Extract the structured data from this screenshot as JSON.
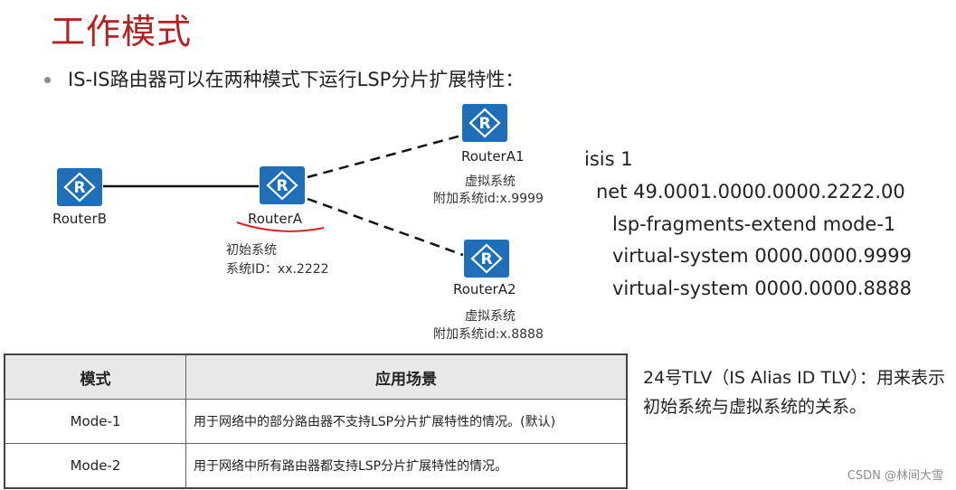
{
  "title": "工作模式",
  "bullet": "IS-IS路由器可以在两种模式下运行LSP分片扩展特性：",
  "topology": {
    "router_b": {
      "name": "RouterB"
    },
    "router_a": {
      "name": "RouterA",
      "role": "初始系统",
      "system_id": "系统ID：xx.2222"
    },
    "router_a1": {
      "name": "RouterA1",
      "role": "虚拟系统",
      "extra_id": "附加系统id:x.9999"
    },
    "router_a2": {
      "name": "RouterA2",
      "role": "虚拟系统",
      "extra_id": "附加系统id:x.8888"
    },
    "icon": "router-icon",
    "icon_color": "#1f6fb8"
  },
  "config": [
    "isis  1",
    "net 49.0001.0000.0000.2222.00",
    "lsp-fragments-extend mode-1",
    "virtual-system 0000.0000.9999",
    "virtual-system 0000.0000.8888"
  ],
  "table": {
    "headers": [
      "模式",
      "应用场景"
    ],
    "rows": [
      {
        "mode": "Mode-1",
        "scene": "用于网络中的部分路由器不支持LSP分片扩展特性的情况。(默认)"
      },
      {
        "mode": "Mode-2",
        "scene": "用于网络中所有路由器都支持LSP分片扩展特性的情况。"
      }
    ]
  },
  "tlv_note": "24号TLV（IS Alias ID TLV）：用来表示初始系统与虚拟系统的关系。",
  "watermark": "CSDN @林间大雪",
  "colors": {
    "title": "#b22222",
    "router": "#1f6fb8",
    "annotation": "#e02020"
  }
}
